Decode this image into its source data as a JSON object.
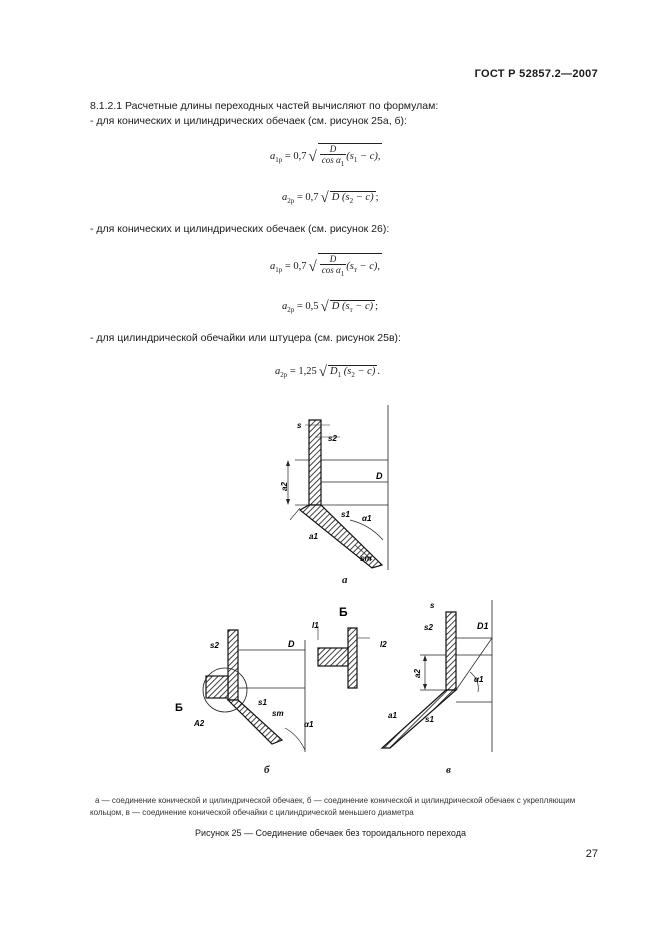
{
  "header": {
    "standard": "ГОСТ Р 52857.2—2007"
  },
  "body": {
    "intro": "8.1.2.1 Расчетные длины переходных частей вычисляют по формулам:",
    "case1": "- для конических  и цилиндрических обечаек (см. рисунок 25а, б):",
    "case2": "- для конических и цилиндрических  обечаек (см. рисунок 26):",
    "case3": "- для цилиндрической обечайки или штуцера (см. рисунок 25в):"
  },
  "formulas": {
    "f1": {
      "lhs": "a",
      "lhs_sub": "1p",
      "eq": "= 0,7",
      "num": "D",
      "den": "cos α",
      "den_sub": "1",
      "arg": "(s",
      "arg_sub": "1",
      "arg_tail": " − c),",
      "punct": ""
    },
    "f2": {
      "lhs": "a",
      "lhs_sub": "2p",
      "eq": "= 0,7",
      "arg": "D (s",
      "arg_sub": "2",
      "arg_tail": " − c)",
      "punct": ";"
    },
    "f3": {
      "lhs": "a",
      "lhs_sub": "1p",
      "eq": "= 0,7",
      "num": "D",
      "den": "cos α",
      "den_sub": "1",
      "arg": "(s",
      "arg_sub": "т",
      "arg_tail": " − c),",
      "punct": ""
    },
    "f4": {
      "lhs": "a",
      "lhs_sub": "2p",
      "eq": "= 0,5",
      "arg": "D (s",
      "arg_sub": "т",
      "arg_tail": " − c)",
      "punct": ";"
    },
    "f5": {
      "lhs": "a",
      "lhs_sub": "2p",
      "eq": "= 1,25",
      "arg": "D",
      "arg_sub0": "1",
      "arg2": " (s",
      "arg_sub": "2",
      "arg_tail": " − c)",
      "punct": "."
    }
  },
  "figure": {
    "labels": {
      "s": "s",
      "s2": "s2",
      "a2": "a2",
      "D": "D",
      "D1": "D1",
      "s1": "s1",
      "alpha1": "α1",
      "a1": "a1",
      "st": "sт",
      "B": "Б",
      "A2": "A2",
      "l1": "l1",
      "l2": "l2"
    },
    "sub_a": "а",
    "sub_b": "б",
    "sub_v": "в",
    "caption": "а — соединение конической и цилиндрической обечаек, б — соединение конической и цилиндрической обечаек с укрепляющим кольцом, в — соединение конической обечайки с цилиндрической меньшего диаметра",
    "title": "Рисунок 25 — Соединение обечаек без тороидального перехода"
  },
  "footer": {
    "page_number": "27"
  }
}
